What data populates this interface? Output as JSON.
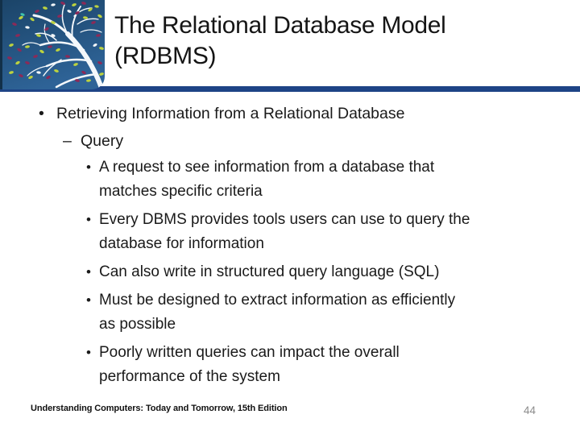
{
  "slide": {
    "title": "The Relational Database Model\n(RDBMS)",
    "bullets": [
      {
        "marker": "•",
        "text": "Retrieving Information from a Relational Database"
      },
      {
        "marker": "–",
        "text": "Query"
      },
      {
        "marker": "•",
        "text": "A request to see information from a database that\nmatches specific criteria"
      },
      {
        "marker": "•",
        "text": "Every DBMS provides tools users can use to query the\ndatabase for information"
      },
      {
        "marker": "•",
        "text": "Can also write in structured query language (SQL)"
      },
      {
        "marker": "•",
        "text": "Must be designed to extract information as efficiently\nas possible"
      },
      {
        "marker": "•",
        "text": "Poorly written queries can impact the overall\nperformance of the system"
      }
    ],
    "footer": {
      "source": "Understanding Computers: Today and Tomorrow, 15th Edition",
      "page_number": "44"
    },
    "colors": {
      "divider": "#1E4486",
      "title_text": "#151515",
      "body_text": "#1A1A1A",
      "page_number": "#8C8C8C",
      "tree_bg_top": "#1B4468",
      "tree_bg_bottom": "#2E6397",
      "leaf_green": "#BCD23F",
      "leaf_maroon": "#8B2A58",
      "leaf_white": "#F2F6F8",
      "leaf_teal": "#3EC3AE"
    }
  }
}
